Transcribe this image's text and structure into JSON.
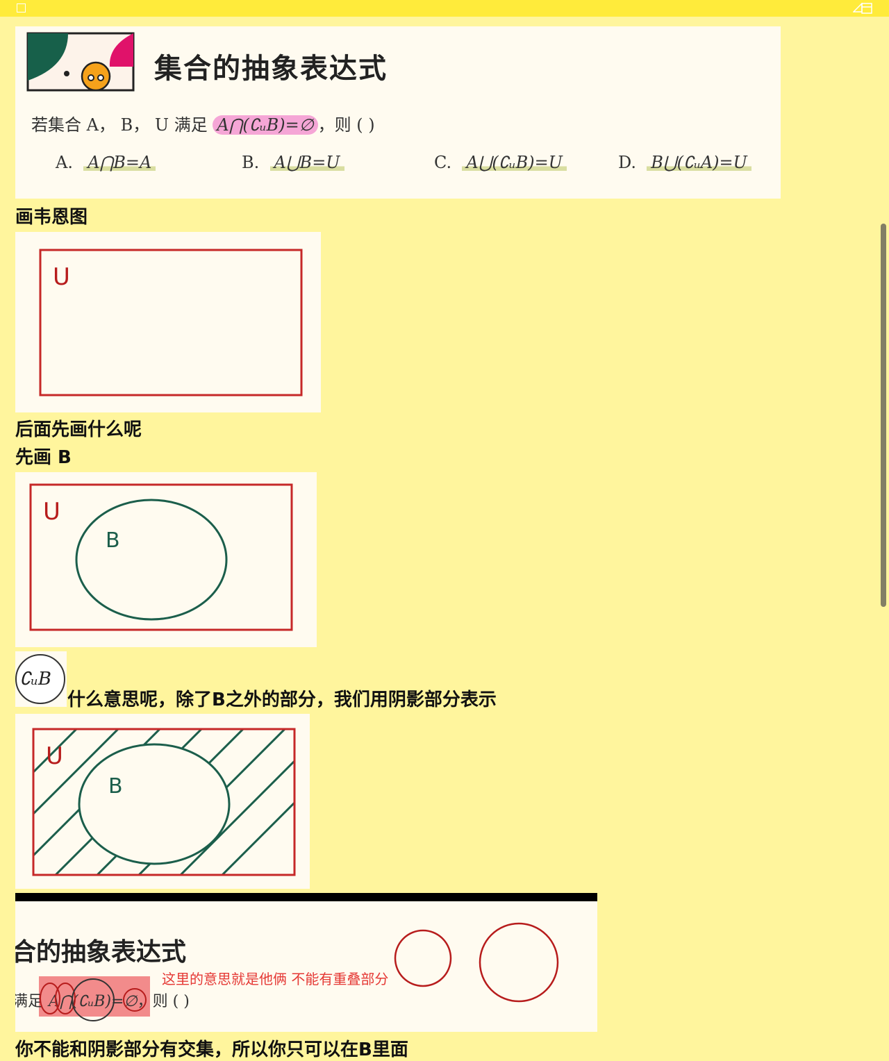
{
  "window": {
    "resize_icon": "resize-corner-icon",
    "layout_icon": "layout-icon"
  },
  "question_card": {
    "title": "集合的抽象表达式",
    "stem_prefix": "若集合 A， B， U 满足",
    "stem_condition": "A⋂(∁ᵤB)=∅",
    "stem_suffix": "，则 (        )",
    "options": [
      {
        "letter": "A.",
        "expr": "A⋂B=A"
      },
      {
        "letter": "B.",
        "expr": "A⋃B=U"
      },
      {
        "letter": "C.",
        "expr": "A⋃(∁ᵤB)=U"
      },
      {
        "letter": "D.",
        "expr": "B⋃(∁ᵤA)=U"
      }
    ]
  },
  "captions": {
    "draw_venn": "画韦恩图",
    "what_next": "后面先画什么呢",
    "draw_b_first": "先画 B",
    "complement_meaning": "什么意思呢，除了B之外的部分，我们用阴影部分表示",
    "conclusion": "你不能和阴影部分有交集，所以你只可以在B里面"
  },
  "venn": {
    "universe_label": "U",
    "set_label": "B"
  },
  "complement_badge": "∁ᵤB",
  "second_card": {
    "title_fragment": "合的抽象表达式",
    "stem_fragment": "满足",
    "stem_condition": "A⋂(∁ᵤB)=∅",
    "stem_suffix": "，则 (        )",
    "annotation": "这里的意思就是他俩 不能有重叠部分"
  },
  "colors": {
    "background": "#fff59d",
    "topbar": "#ffeb3b",
    "card": "#fffbf0",
    "venn_rect": "#c62828",
    "venn_ellipse": "#1b5e4b",
    "highlight_pink": "#f078c8",
    "highlight_green": "#d9dea0",
    "annotation": "#e53935"
  }
}
